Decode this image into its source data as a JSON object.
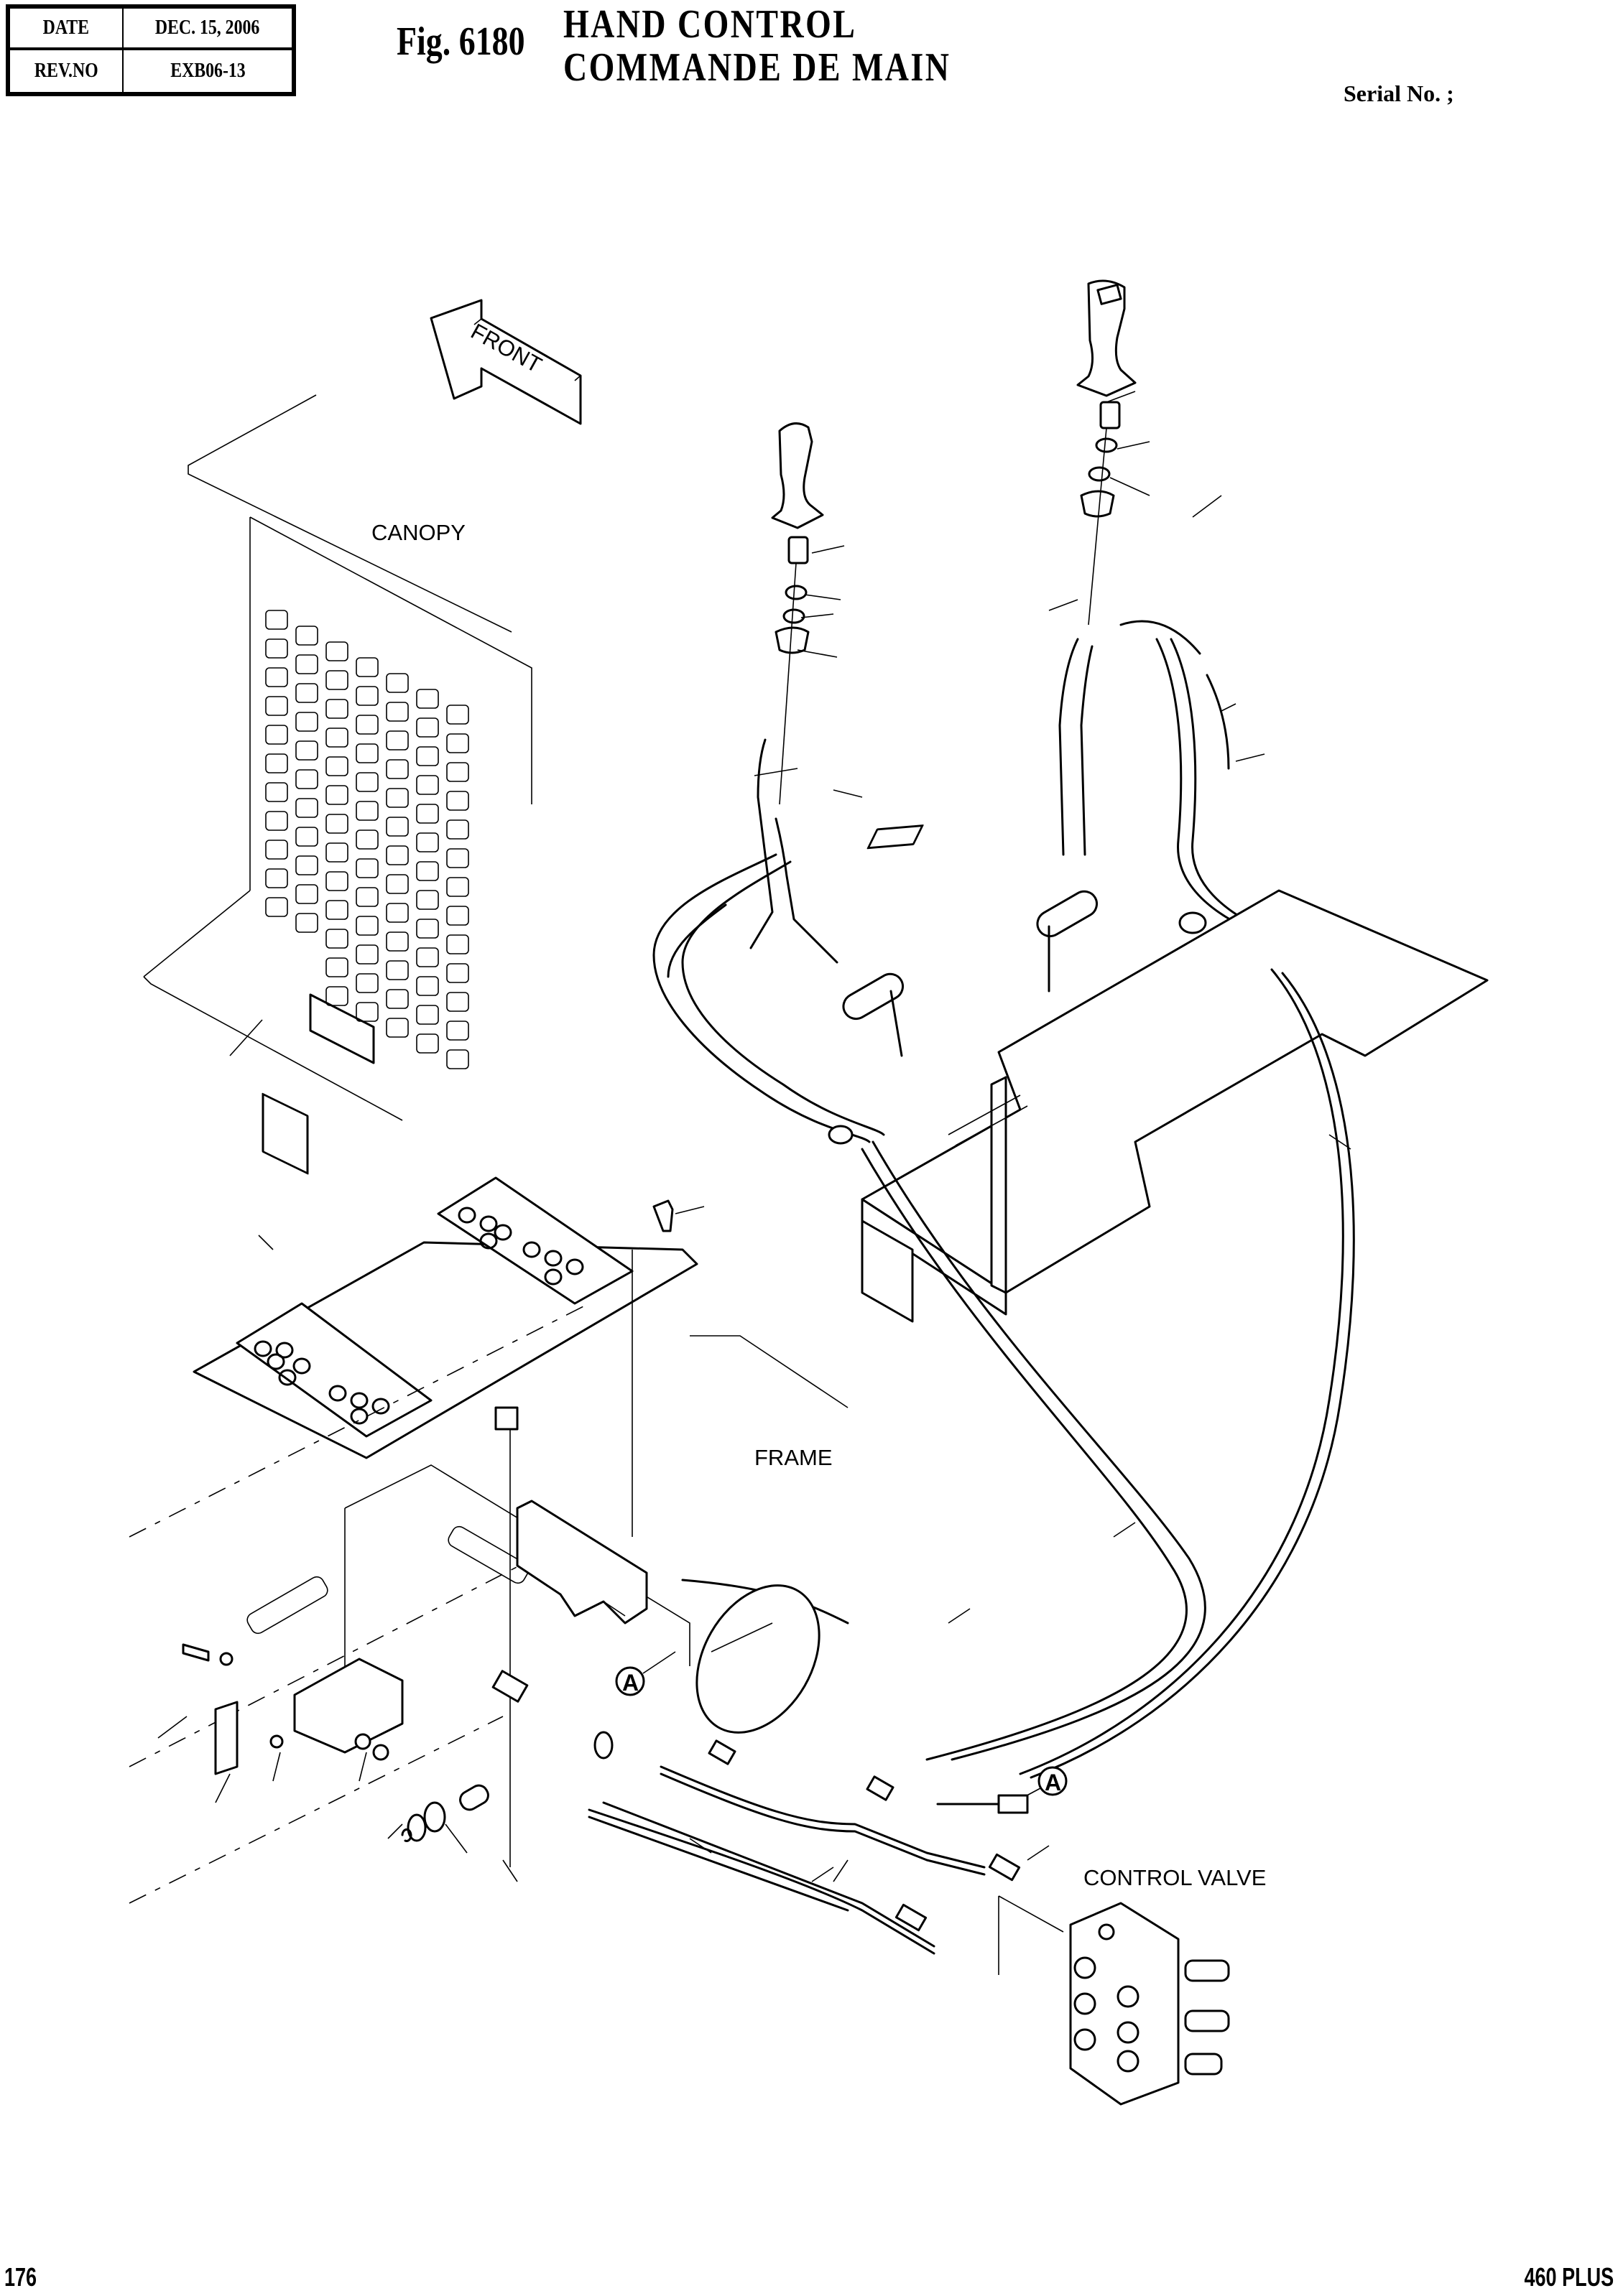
{
  "header": {
    "date_label": "DATE",
    "date_value": "DEC. 15, 2006",
    "rev_label": "REV.NO",
    "rev_value": "EXB06-13"
  },
  "title": {
    "fig": "Fig. 6180",
    "line1": "HAND CONTROL",
    "line2": "COMMANDE DE MAIN"
  },
  "serial_label": "Serial No. ;",
  "diagram": {
    "front_arrow": "FRONT",
    "labels": {
      "canopy": "CANOPY",
      "frame": "FRAME",
      "control_valve": "CONTROL VALVE"
    },
    "callout_a1": "A",
    "callout_a2": "A"
  },
  "footer": {
    "page_number": "176",
    "model": "460 PLUS"
  }
}
